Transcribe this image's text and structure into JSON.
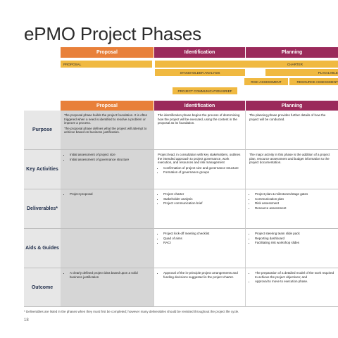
{
  "title": "ePMO Project Phases",
  "phases": [
    {
      "name": "Proposal",
      "color": "#e8803a"
    },
    {
      "name": "Identification",
      "color": "#9b2a5b"
    },
    {
      "name": "Planning",
      "color": "#9b2a5b"
    }
  ],
  "bars": {
    "proposal": "PROPOSAL",
    "charter": "CHARTER",
    "plan_milestones": "PLAN & MILE",
    "stakeholder_analysis": "STAKEHOLDER ANALYSIS",
    "risk_assessment": "RISK ASSESSMENT",
    "resource_assessment": "RESOURCE ASSESSMENT",
    "communication_brief": "PROJECT COMMUNICATION BRIEF"
  },
  "rows": {
    "purpose": {
      "label": "Purpose",
      "proposal_p1": "The proposal phase builds the project foundation. It is often triggered when a need is identified to resolve a problem or improve a process.",
      "proposal_p2": "The proposal phase defines what the project will attempt to achieve based on business justification.",
      "identification": "The identification phase begins the process of determining how the project will be executed, using the content in the proposal as its foundation.",
      "planning": "The planning phase provides further details of how the project will be conducted."
    },
    "key_activities": {
      "label": "Key Activities",
      "proposal_items": [
        "Initial assessment of project size",
        "Initial assessment of governance structure"
      ],
      "identification_intro": "Project lead, in consultation with key stakeholders, outlines the intended approach to project governance, work execution, and resources and risk management",
      "identification_items": [
        "Confirmation of project size and governance structure",
        "Formation of governance groups"
      ],
      "planning": "The major activity in this phase is the addition of a project plan, resource assessment and budget information to the project documentation."
    },
    "deliverables": {
      "label": "Deliverables*",
      "proposal_items": [
        "Project proposal"
      ],
      "identification_items": [
        "Project charter",
        "Stakeholder analysis",
        "Project communication brief"
      ],
      "planning_items": [
        "Project plan & milestones/stage gates",
        "Communication plan",
        "Risk assessment",
        "Resource assessment"
      ]
    },
    "aids": {
      "label": "Aids & Guides",
      "identification_items": [
        "Project kick-off meeting checklist",
        "Quad of aims",
        "RACI"
      ],
      "planning_items": [
        "Project steering team slide pack",
        "Reporting dashboard",
        "Facilitating risk workshop slides"
      ]
    },
    "outcome": {
      "label": "Outcome",
      "proposal_items": [
        "A clearly defined project idea based upon a solid business justification"
      ],
      "identification_items": [
        "Approval of the in-principle project arrangements and funding decisions suggested in the project charter."
      ],
      "planning_items": [
        "The preparation of a detailed model of the work required to achieve the project objectives; and",
        "Approval to move to execution phase."
      ]
    }
  },
  "footnote": "* Deliverables are listed in the phases when they must first be completed; however many deliverables should be revisited throughout the project life cycle.",
  "page_number": "18"
}
